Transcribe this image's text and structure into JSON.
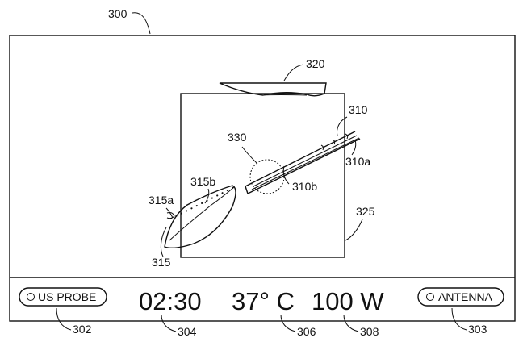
{
  "figure": {
    "ref_display": "300",
    "ref_needle": "310",
    "ref_needle_a": "310a",
    "ref_needle_b": "310b",
    "ref_target": "315",
    "ref_target_a": "315a",
    "ref_target_b": "315b",
    "ref_probe_icon": "320",
    "ref_image_window": "325",
    "ref_zone": "330",
    "ref_us_probe_button": "302",
    "ref_timer": "304",
    "ref_temperature": "306",
    "ref_power": "308",
    "ref_antenna_button": "303"
  },
  "status_bar": {
    "us_probe_label": "US PROBE",
    "timer": "02:30",
    "temperature": "37° C",
    "power": "100 W",
    "antenna_label": "ANTENNA"
  }
}
